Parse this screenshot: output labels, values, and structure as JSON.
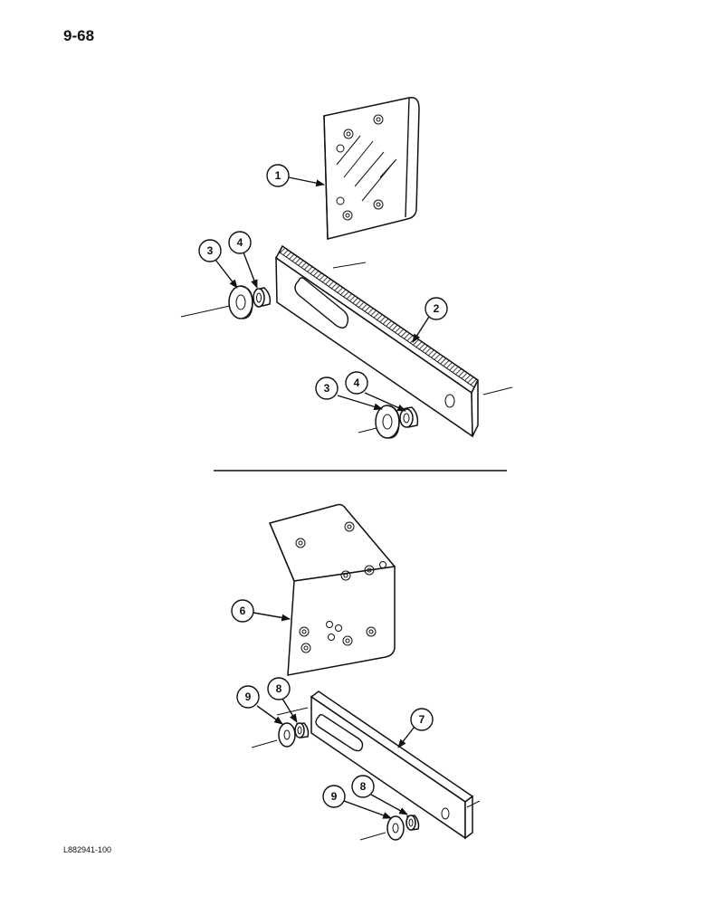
{
  "page": {
    "number": "9-68",
    "figure_code": "L882941-100"
  },
  "callouts": [
    {
      "id": "c1",
      "label": "1"
    },
    {
      "id": "c2",
      "label": "2"
    },
    {
      "id": "c3a",
      "label": "3"
    },
    {
      "id": "c4a",
      "label": "4"
    },
    {
      "id": "c3b",
      "label": "3"
    },
    {
      "id": "c4b",
      "label": "4"
    },
    {
      "id": "c6",
      "label": "6"
    },
    {
      "id": "c7",
      "label": "7"
    },
    {
      "id": "c9a",
      "label": "9"
    },
    {
      "id": "c8a",
      "label": "8"
    },
    {
      "id": "c9b",
      "label": "9"
    },
    {
      "id": "c8b",
      "label": "8"
    }
  ]
}
